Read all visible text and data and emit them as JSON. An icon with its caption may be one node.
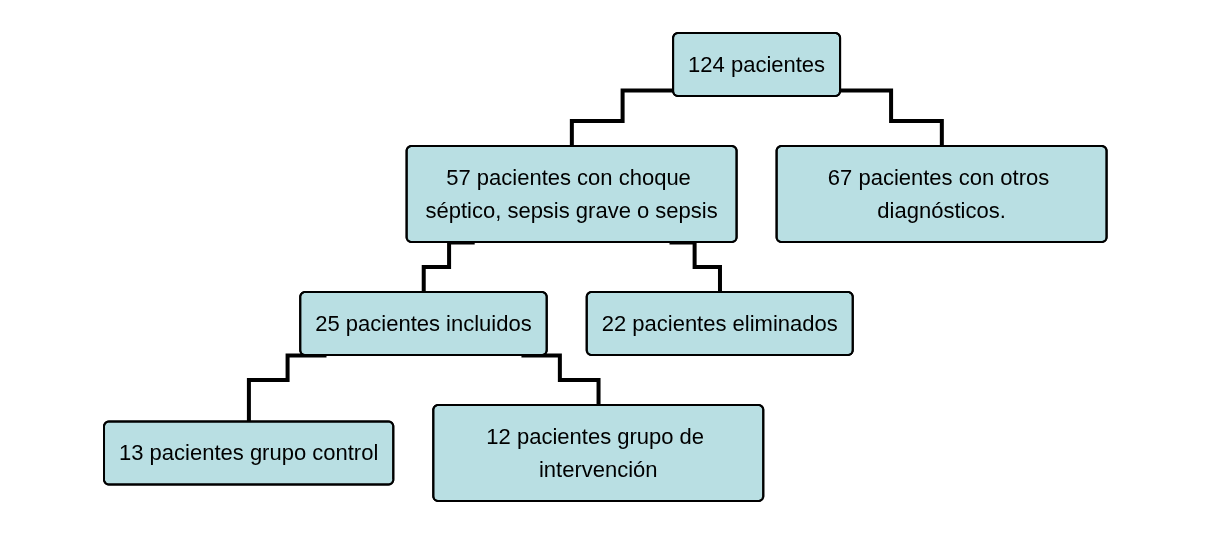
{
  "diagram": {
    "nodes": [
      {
        "text": [
          "124 pacientes"
        ]
      },
      {
        "text": [
          "57 pacientes con choque séptico, sepsis grave o sepsis"
        ]
      },
      {
        "text": [
          "67 pacientes con otros diagnósticos."
        ]
      },
      {
        "text": [
          "25 pacientes incluidos"
        ]
      },
      {
        "text": [
          "22 pacientes eliminados"
        ]
      },
      {
        "text": [
          "13 pacientes grupo control"
        ]
      },
      {
        "text": [
          "12 pacientes grupo de intervención"
        ]
      }
    ],
    "edges": [
      {
        "from": 0,
        "to": 1,
        "arrow": "none"
      },
      {
        "from": 0,
        "to": 2,
        "arrow": "none"
      },
      {
        "from": 1,
        "to": 3,
        "arrow": "none"
      },
      {
        "from": 1,
        "to": 4,
        "arrow": "none"
      },
      {
        "from": 3,
        "to": 5,
        "arrow": "none"
      },
      {
        "from": 3,
        "to": 6,
        "arrow": "none"
      }
    ]
  }
}
